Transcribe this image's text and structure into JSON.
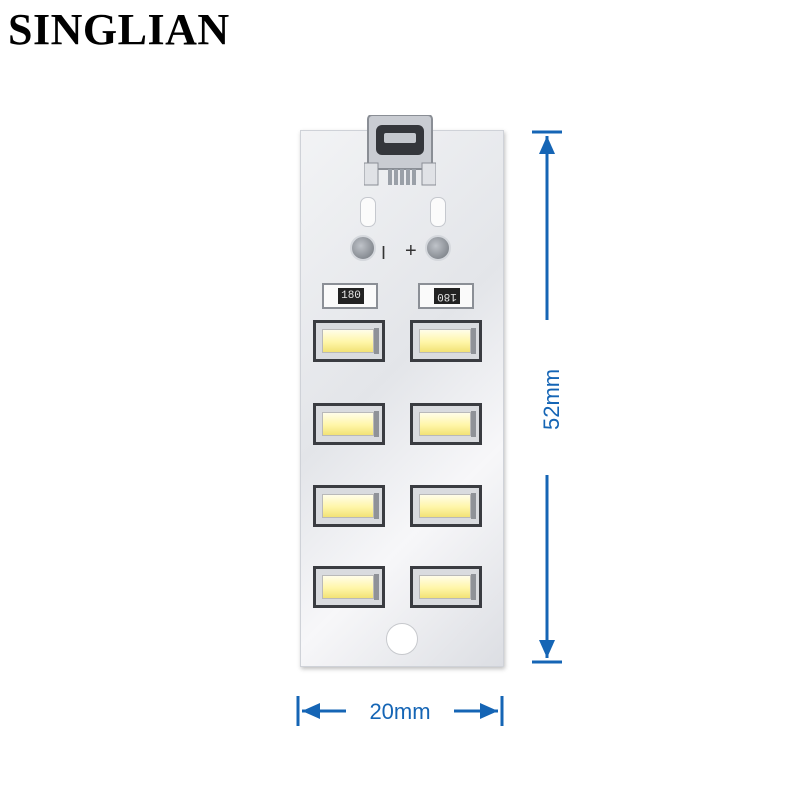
{
  "brand": {
    "name": "SINGLIAN"
  },
  "board": {
    "polarity_minus": "I",
    "polarity_plus": "+",
    "resistor_left_text": "180",
    "resistor_right_text": "180",
    "led_count": 8
  },
  "dimensions": {
    "height_label": "52mm",
    "width_label": "20mm",
    "accent_color": "#1565b5"
  },
  "icons": {
    "usb": "micro-usb-connector-icon",
    "led": "smd-led-icon",
    "resistor": "smd-resistor-icon",
    "screw": "terminal-screw-icon"
  }
}
